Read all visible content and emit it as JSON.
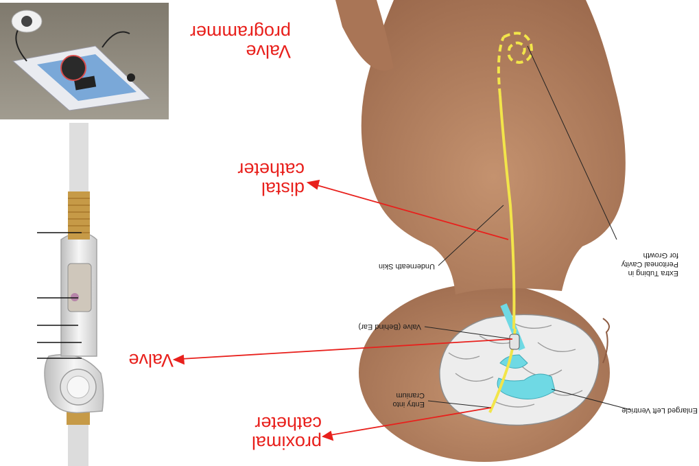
{
  "labels": {
    "valve_programmer": "Valve\nprogrammer",
    "distal_catheter": "distal\ncatheter",
    "valve": "Valve",
    "proximal_catheter": "proximal\ncatheter",
    "extra_tubing": "Extra Tubing in\nPeritoneal Cavity\nfor Growth",
    "underneath_skin": "Underneath Skin",
    "valve_behind_ear": "Valve (Behind Ear)",
    "entry_cranium": "Entry into\nCranium",
    "enlarged_ventricle": "Enlarged Left Ventricle"
  },
  "colors": {
    "label_red": "#e8201c",
    "skin": "#b78565",
    "catheter_yellow": "#f2e54a",
    "ventricle_cyan": "#6fd9e4"
  }
}
